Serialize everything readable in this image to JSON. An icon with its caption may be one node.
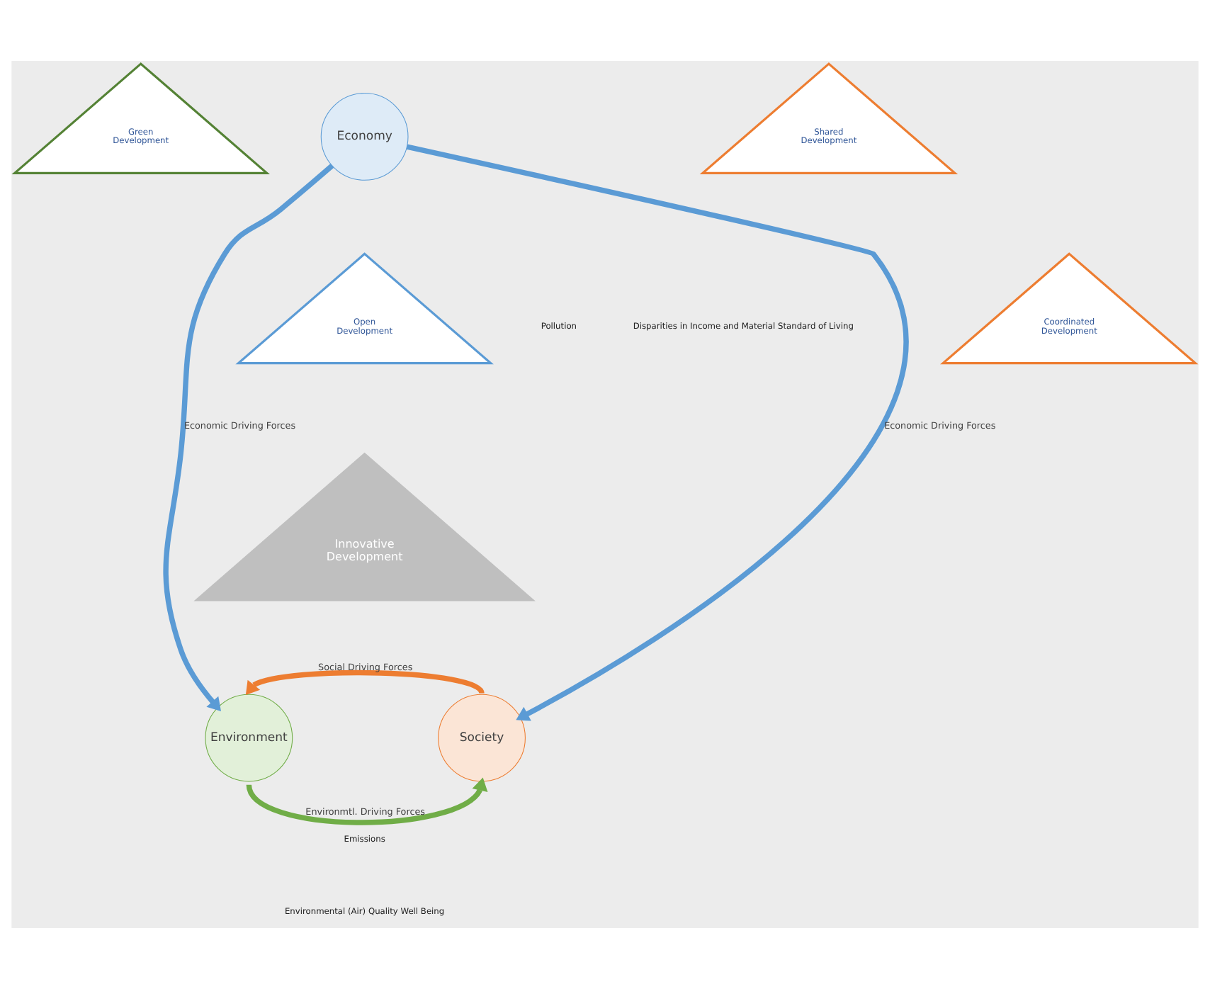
{
  "diagram": {
    "nodes": [
      {
        "text": [
          "Economy"
        ]
      },
      {
        "text": [
          "Green Development"
        ]
      },
      {
        "text": [
          "Shared Development"
        ]
      },
      {
        "text": [
          "Open Development"
        ]
      },
      {
        "text": [
          "Coordinated Development"
        ]
      },
      {
        "text": [
          "Innovative Development"
        ]
      },
      {
        "text": [
          "Environment"
        ]
      },
      {
        "text": [
          "Society"
        ]
      }
    ],
    "edges": [
      {
        "from": 0,
        "to": 6,
        "arrow": "to",
        "label": "Economic Driving Forces",
        "color": "#5b9bd5"
      },
      {
        "from": 0,
        "to": 7,
        "arrow": "to",
        "label": "Economic Driving Forces",
        "color": "#5b9bd5"
      },
      {
        "from": 7,
        "to": 6,
        "arrow": "to",
        "label": "Social Driving Forces",
        "color": "#ed7d31"
      },
      {
        "from": 6,
        "to": 7,
        "arrow": "to",
        "label": "Environmtl. Driving Forces",
        "color": "#70ad47"
      }
    ],
    "labels": [
      "Pollution",
      "Disparities in Income and Material Standard of Living",
      "Emissions",
      "Environmental (Air) Quality Well Being"
    ]
  }
}
